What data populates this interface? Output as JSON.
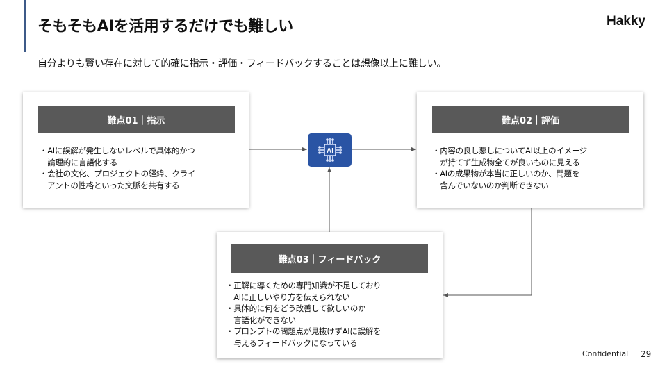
{
  "header": {
    "title": "そもそもAIを活用するだけでも難しい",
    "logo": "Hakky",
    "subtitle": "自分よりも賢い存在に対して的確に指示・評価・フィードバックすることは想像以上に難しい。"
  },
  "cards": [
    {
      "title": "難点01｜指示",
      "body": "・AIに誤解が発生しないレベルで具体的かつ\n　論理的に言語化する\n・会社の文化、プロジェクトの経緯、クライ\n　アントの性格といった文脈を共有する"
    },
    {
      "title": "難点02｜評価",
      "body": "・内容の良し悪しについてAI以上のイメージ\n　が持てず生成物全てが良いものに見える\n・AIの成果物が本当に正しいのか、問題を\n　含んでいないのか判断できない"
    },
    {
      "title": "難点03｜フィードバック",
      "body": "・正解に導くための専門知識が不足しており\n　AIに正しいやり方を伝えられない\n・具体的に何をどう改善して欲しいのか\n　言語化ができない\n・プロンプトの問題点が見抜けずAIに誤解を\n　与えるフィードバックになっている"
    }
  ],
  "ai_icon": {
    "label": "AI",
    "color": "#2a54a4"
  },
  "footer": {
    "confidential": "Confidential",
    "page": "29"
  }
}
